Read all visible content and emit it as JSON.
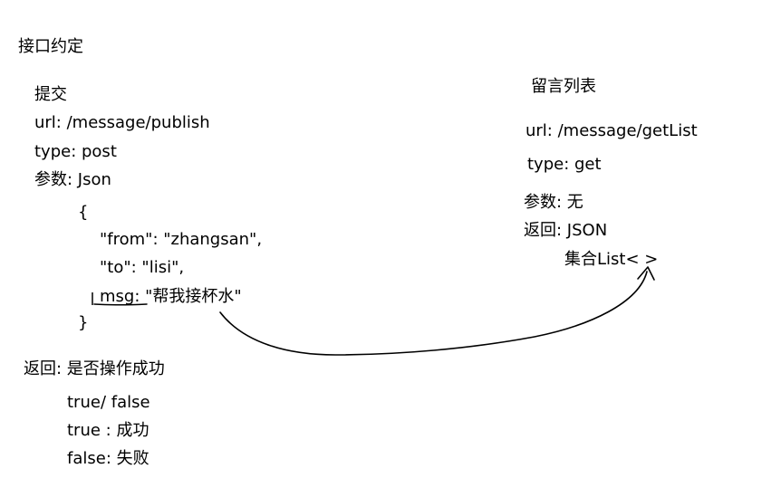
{
  "title": "接口约定",
  "submit": {
    "heading": "提交",
    "url": "url: /message/publish",
    "type": "type: post",
    "params": "参数: Json",
    "json_open": "{",
    "json_from": "\"from\": \"zhangsan\",",
    "json_to": "\"to\": \"lisi\",",
    "json_msg": "msg: \"帮我接杯水\"",
    "json_close": "}",
    "returns": "返回: 是否操作成功",
    "return_values": [
      "true/ false",
      "true : 成功",
      "false: 失败"
    ]
  },
  "list": {
    "heading": "留言列表",
    "url": "url: /message/getList",
    "type": "type: get",
    "params": "参数:   无",
    "returns": "返回: JSON",
    "collection": "集合List< >"
  },
  "colors": {
    "ink": "#000000",
    "background": "#ffffff"
  }
}
